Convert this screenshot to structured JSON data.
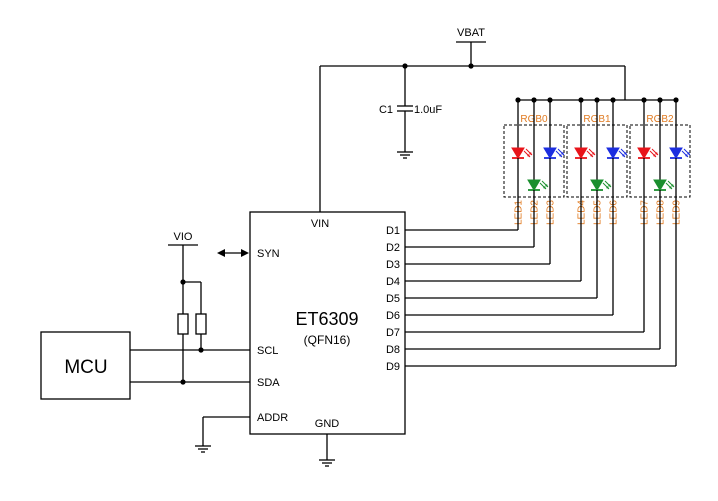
{
  "labels": {
    "vbat": "VBAT",
    "vio": "VIO",
    "cap_ref": "C1",
    "cap_value": "1.0uF",
    "mcu": "MCU",
    "chip_name": "ET6309",
    "chip_package": "(QFN16)",
    "pin_vin": "VIN",
    "pin_gnd": "GND",
    "pin_syn": "SYN",
    "pin_scl": "SCL",
    "pin_sda": "SDA",
    "pin_addr": "ADDR"
  },
  "pins_right": [
    "D1",
    "D2",
    "D3",
    "D4",
    "D5",
    "D6",
    "D7",
    "D8",
    "D9"
  ],
  "rgb_groups": [
    {
      "name": "RGB0",
      "leds": [
        "LED1",
        "LED2",
        "LED3"
      ]
    },
    {
      "name": "RGB1",
      "leds": [
        "LED4",
        "LED5",
        "LED6"
      ]
    },
    {
      "name": "RGB2",
      "leds": [
        "LED7",
        "LED8",
        "LED9"
      ]
    }
  ],
  "colors": {
    "red_led": "#e8141a",
    "green_led": "#1a8f2e",
    "blue_led": "#1c2ee0",
    "label_orange": "#e07b22"
  }
}
